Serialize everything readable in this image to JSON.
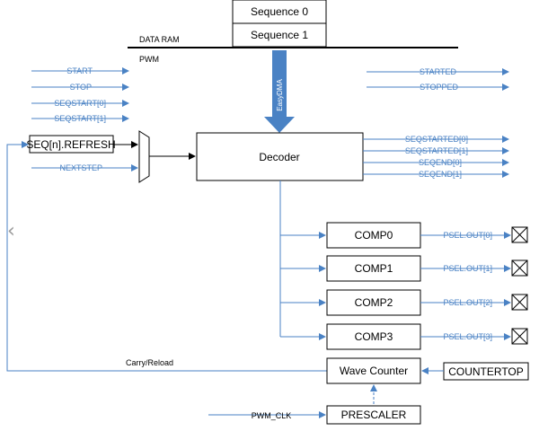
{
  "sequences": [
    "Sequence 0",
    "Sequence 1"
  ],
  "bus": {
    "data_ram": "DATA RAM",
    "pwm": "PWM"
  },
  "easydma": "EasyDMA",
  "tasks": [
    "START",
    "STOP",
    "SEQSTART[0]",
    "SEQSTART[1]"
  ],
  "events_top": [
    "STARTED",
    "STOPPED"
  ],
  "refresh_box": "SEQ[n].REFRESH",
  "nextstep": "NEXTSTEP",
  "decoder": "Decoder",
  "events_decoder": [
    "SEQSTARTED[0]",
    "SEQSTARTED[1]",
    "SEQEND[0]",
    "SEQEND[1]"
  ],
  "comps": [
    "COMP0",
    "COMP1",
    "COMP2",
    "COMP3"
  ],
  "psel": [
    "PSEL.OUT[0]",
    "PSEL.OUT[1]",
    "PSEL.OUT[2]",
    "PSEL.OUT[3]"
  ],
  "carry_reload": "Carry/Reload",
  "wave_counter": "Wave Counter",
  "countertop": "COUNTERTOP",
  "pwm_clk": "PWM_CLK",
  "prescaler": "PRESCALER",
  "colors": {
    "signal": "#4a82c4",
    "line": "#000000",
    "nav": "#9a9a9a"
  },
  "icons": {
    "previous": "chevron-left-icon",
    "pin": "pin-cross-icon"
  }
}
